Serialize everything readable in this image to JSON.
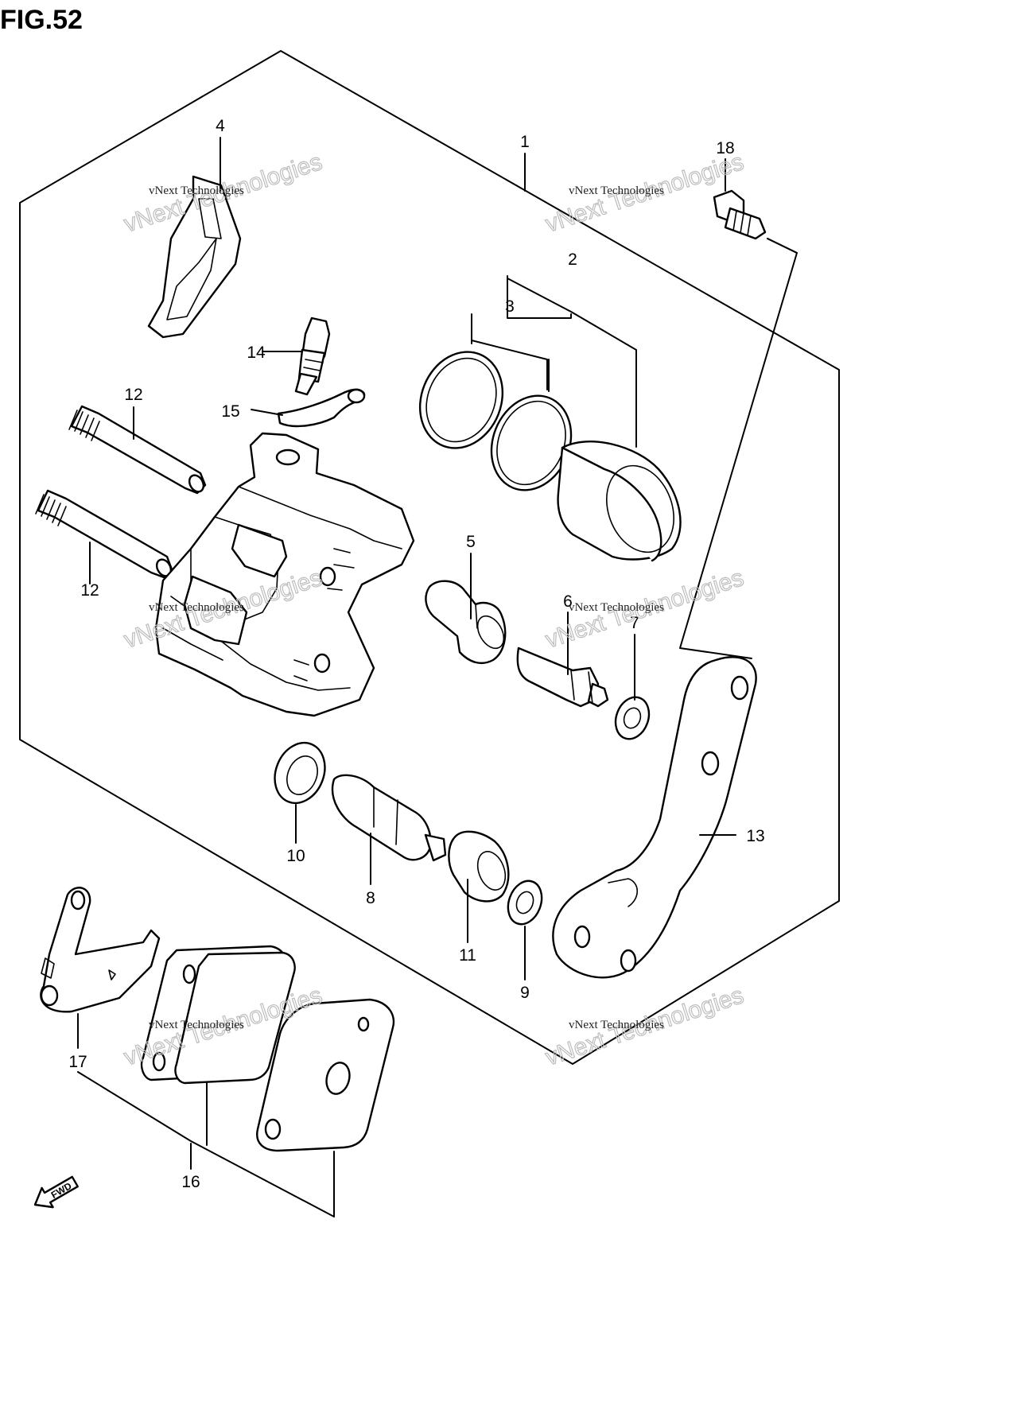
{
  "figure": {
    "title": "FIG.52"
  },
  "callouts": [
    {
      "id": "1",
      "label": "1",
      "part": "caliper-assembly"
    },
    {
      "id": "2",
      "label": "2",
      "part": "piston-seal-set"
    },
    {
      "id": "3",
      "label": "3",
      "part": "seal-rings"
    },
    {
      "id": "4",
      "label": "4",
      "part": "pad-spring"
    },
    {
      "id": "5",
      "label": "5",
      "part": "slide-pin-boot"
    },
    {
      "id": "6",
      "label": "6",
      "part": "slide-pin"
    },
    {
      "id": "7",
      "label": "7",
      "part": "washer"
    },
    {
      "id": "8",
      "label": "8",
      "part": "slide-pin-lower"
    },
    {
      "id": "9",
      "label": "9",
      "part": "washer-lower"
    },
    {
      "id": "10",
      "label": "10",
      "part": "dust-seal"
    },
    {
      "id": "11",
      "label": "11",
      "part": "boot-lower"
    },
    {
      "id": "12a",
      "label": "12",
      "part": "pad-pin-upper"
    },
    {
      "id": "12b",
      "label": "12",
      "part": "pad-pin-lower"
    },
    {
      "id": "13",
      "label": "13",
      "part": "caliper-bracket"
    },
    {
      "id": "14",
      "label": "14",
      "part": "bleeder-valve"
    },
    {
      "id": "15",
      "label": "15",
      "part": "bleeder-cap"
    },
    {
      "id": "16",
      "label": "16",
      "part": "brake-pad-set"
    },
    {
      "id": "17",
      "label": "17",
      "part": "pad-shim"
    },
    {
      "id": "18",
      "label": "18",
      "part": "mounting-bolt"
    }
  ],
  "watermarks": [
    {
      "small": "vNext Technologies",
      "big": "vNext Technologies"
    }
  ],
  "direction_marker": {
    "label": "FWD"
  }
}
